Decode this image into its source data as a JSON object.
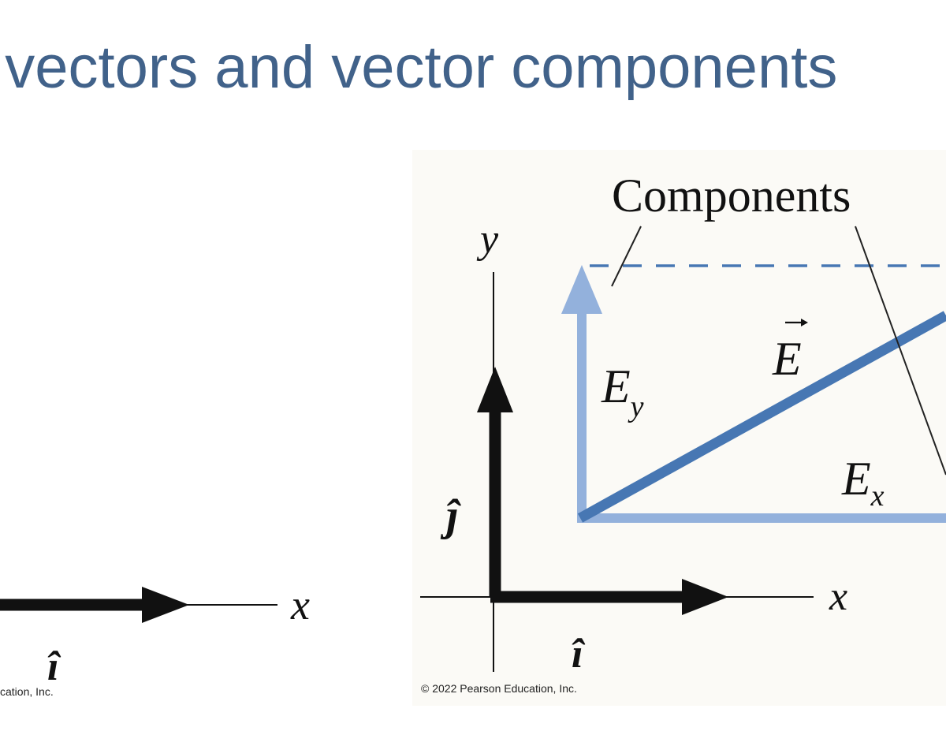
{
  "slide": {
    "title": "t vectors and vector components"
  },
  "left_figure": {
    "x_axis_label": "x",
    "unit_i_label": "î",
    "copyright": "cation, Inc."
  },
  "right_figure": {
    "components_label": "Components",
    "y_axis_label": "y",
    "x_axis_label": "x",
    "vector_label": "E",
    "ey_base": "E",
    "ey_sub": "y",
    "ex_base": "E",
    "ex_sub": "x",
    "unit_j_label": "ĵ",
    "unit_i_label": "î",
    "copyright": "© 2022 Pearson Education, Inc."
  },
  "colors": {
    "title": "#41628a",
    "vector_E": "#4777b3",
    "components": "#93b1dc",
    "dashed_line": "#4777b3",
    "unit_vectors": "#111111",
    "axes": "#111111"
  }
}
